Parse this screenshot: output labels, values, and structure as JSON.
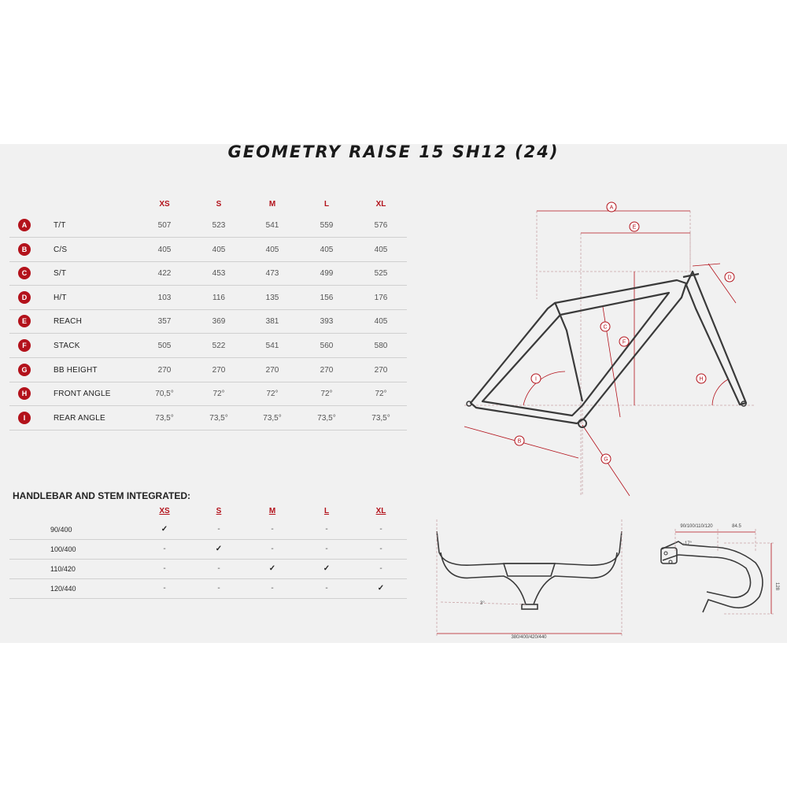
{
  "title": "GEOMETRY RAISE 15 SH12 (24)",
  "sizes": [
    "XS",
    "S",
    "M",
    "L",
    "XL"
  ],
  "geometry": [
    {
      "key": "A",
      "label": "T/T",
      "values": [
        "507",
        "523",
        "541",
        "559",
        "576"
      ]
    },
    {
      "key": "B",
      "label": "C/S",
      "values": [
        "405",
        "405",
        "405",
        "405",
        "405"
      ]
    },
    {
      "key": "C",
      "label": "S/T",
      "values": [
        "422",
        "453",
        "473",
        "499",
        "525"
      ]
    },
    {
      "key": "D",
      "label": "H/T",
      "values": [
        "103",
        "116",
        "135",
        "156",
        "176"
      ]
    },
    {
      "key": "E",
      "label": "REACH",
      "values": [
        "357",
        "369",
        "381",
        "393",
        "405"
      ]
    },
    {
      "key": "F",
      "label": "STACK",
      "values": [
        "505",
        "522",
        "541",
        "560",
        "580"
      ]
    },
    {
      "key": "G",
      "label": "BB HEIGHT",
      "values": [
        "270",
        "270",
        "270",
        "270",
        "270"
      ]
    },
    {
      "key": "H",
      "label": "FRONT ANGLE",
      "values": [
        "70,5°",
        "72°",
        "72°",
        "72°",
        "72°"
      ]
    },
    {
      "key": "I",
      "label": "REAR ANGLE",
      "values": [
        "73,5°",
        "73,5°",
        "73,5°",
        "73,5°",
        "73,5°"
      ]
    }
  ],
  "handlebar": {
    "title": "HANDLEBAR AND STEM INTEGRATED:",
    "rows": [
      {
        "label": "90/400",
        "values": [
          "✓",
          "-",
          "-",
          "-",
          "-"
        ]
      },
      {
        "label": "100/400",
        "values": [
          "-",
          "✓",
          "-",
          "-",
          "-"
        ]
      },
      {
        "label": "110/420",
        "values": [
          "-",
          "-",
          "✓",
          "✓",
          "-"
        ]
      },
      {
        "label": "120/440",
        "values": [
          "-",
          "-",
          "-",
          "-",
          "✓"
        ]
      }
    ]
  },
  "diagram": {
    "markers": [
      "A",
      "B",
      "C",
      "D",
      "E",
      "F",
      "G",
      "H",
      "I"
    ],
    "bar_front": {
      "angle": "3°",
      "width": "380/400/420/440"
    },
    "bar_side": {
      "stem": "90/100/110/120",
      "reach": "84.5",
      "angle": "-17°",
      "drop": "128"
    }
  },
  "colors": {
    "accent": "#b3121b",
    "panel": "#f1f1f1",
    "text": "#222222",
    "frame": "#3a3a3a"
  }
}
